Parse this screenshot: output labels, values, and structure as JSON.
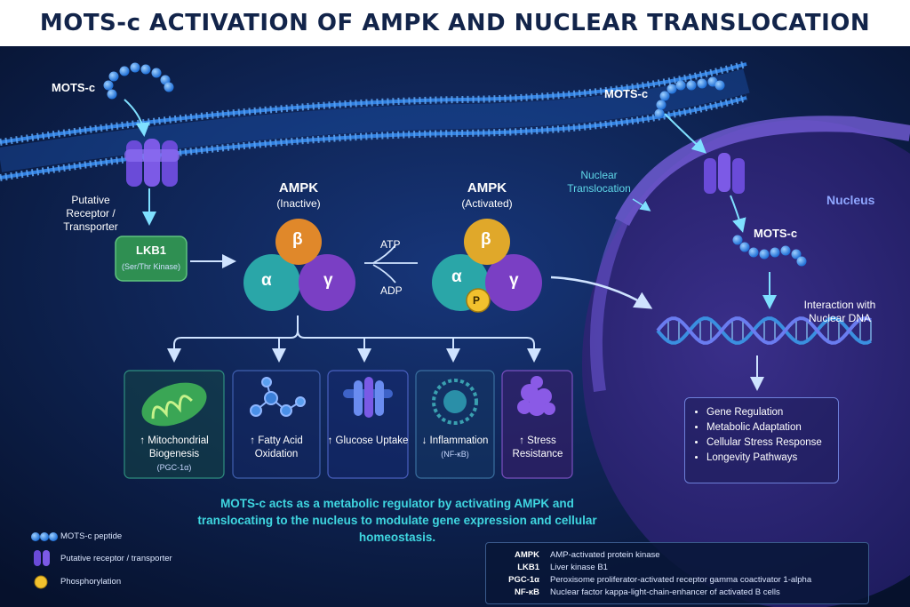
{
  "title": "MOTS-c ACTIVATION OF AMPK AND NUCLEAR TRANSLOCATION",
  "labels": {
    "motsc_left": "MOTS-c",
    "motsc_right": "MOTS-c",
    "motsc_nucleus": "MOTS-c",
    "receptor": "Putative Receptor / Transporter",
    "lkb1": "LKB1",
    "lkb1_sub": "(Ser/Thr Kinase)",
    "ampk_inactive": "AMPK",
    "ampk_inactive_sub": "(Inactive)",
    "ampk_active": "AMPK",
    "ampk_active_sub": "(Activated)",
    "atp": "ATP",
    "adp": "ADP",
    "alpha": "α",
    "beta": "β",
    "gamma": "γ",
    "phospho": "P",
    "nuclear_translocation": "Nuclear Translocation",
    "nucleus": "Nucleus",
    "dna_interaction": "Interaction with Nuclear DNA"
  },
  "effects": [
    {
      "label": "↑ Mitochondrial Biogenesis",
      "sub": "(PGC-1α)",
      "icon": "mitochondrion-icon"
    },
    {
      "label": "↑ Fatty Acid Oxidation",
      "sub": "",
      "icon": "molecule-icon"
    },
    {
      "label": "↑ Glucose Uptake",
      "sub": "",
      "icon": "transporter-icon"
    },
    {
      "label": "↓ Inflammation",
      "sub": "(NF-κB)",
      "icon": "inflammation-icon"
    },
    {
      "label": "↑ Stress Resistance",
      "sub": "",
      "icon": "protein-cluster-icon"
    }
  ],
  "outcomes": [
    "Gene Regulation",
    "Metabolic Adaptation",
    "Cellular Stress Response",
    "Longevity Pathways"
  ],
  "summary": "MOTS-c acts as a metabolic regulator by activating AMPK and translocating to the nucleus to modulate gene expression and cellular homeostasis.",
  "legend": [
    {
      "label": "MOTS-c peptide",
      "icon": "peptide-icon"
    },
    {
      "label": "Putative receptor / transporter",
      "icon": "receptor-icon"
    },
    {
      "label": "Phosphorylation",
      "icon": "phosphate-icon"
    }
  ],
  "glossary": [
    {
      "abbr": "AMPK",
      "def": "AMP-activated protein kinase"
    },
    {
      "abbr": "LKB1",
      "def": "Liver kinase B1"
    },
    {
      "abbr": "PGC-1α",
      "def": "Peroxisome proliferator-activated receptor gamma coactivator 1-alpha"
    },
    {
      "abbr": "NF-κB",
      "def": "Nuclear factor kappa-light-chain-enhancer of activated B cells"
    }
  ],
  "colors": {
    "background": "#0a1a3e",
    "membrane": "#2f7fe0",
    "lkb1": "#2f8f52",
    "alpha": "#2aa6a8",
    "beta": "#e0882a",
    "gamma": "#7a3fc4",
    "phospho": "#f2c12e",
    "summary_text": "#3fd6e0"
  }
}
